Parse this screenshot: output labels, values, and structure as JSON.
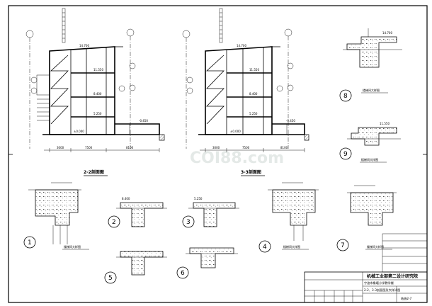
{
  "sections": [
    {
      "label": "2-2剖面图",
      "dims": [
        "3000",
        "7500",
        "8100"
      ]
    },
    {
      "label": "3-3剖面图",
      "dims": [
        "3000",
        "7500",
        "8100"
      ]
    }
  ],
  "elevations": [
    "14.700",
    "11.550",
    "8.400",
    "5.250",
    "-0.450",
    "±0.000"
  ],
  "details": [
    {
      "num": "1",
      "caption": "楼梯间大样图"
    },
    {
      "num": "2",
      "caption": ""
    },
    {
      "num": "3",
      "caption": ""
    },
    {
      "num": "4",
      "caption": "楼梯间大样图"
    },
    {
      "num": "5",
      "caption": ""
    },
    {
      "num": "6",
      "caption": ""
    },
    {
      "num": "7",
      "caption": "楼梯间大样图"
    },
    {
      "num": "8",
      "caption": "楼梯间大样图"
    },
    {
      "num": "9",
      "caption": "楼梯间大样图"
    }
  ],
  "title_block": {
    "company": "机械工业部第二设计研究院",
    "project": "宁波市象塘小学教学楼",
    "drawing_title": "2-2、3-3剖面图及大样详图",
    "drawing_no": "结施2-7"
  },
  "watermark": "COI88.com"
}
